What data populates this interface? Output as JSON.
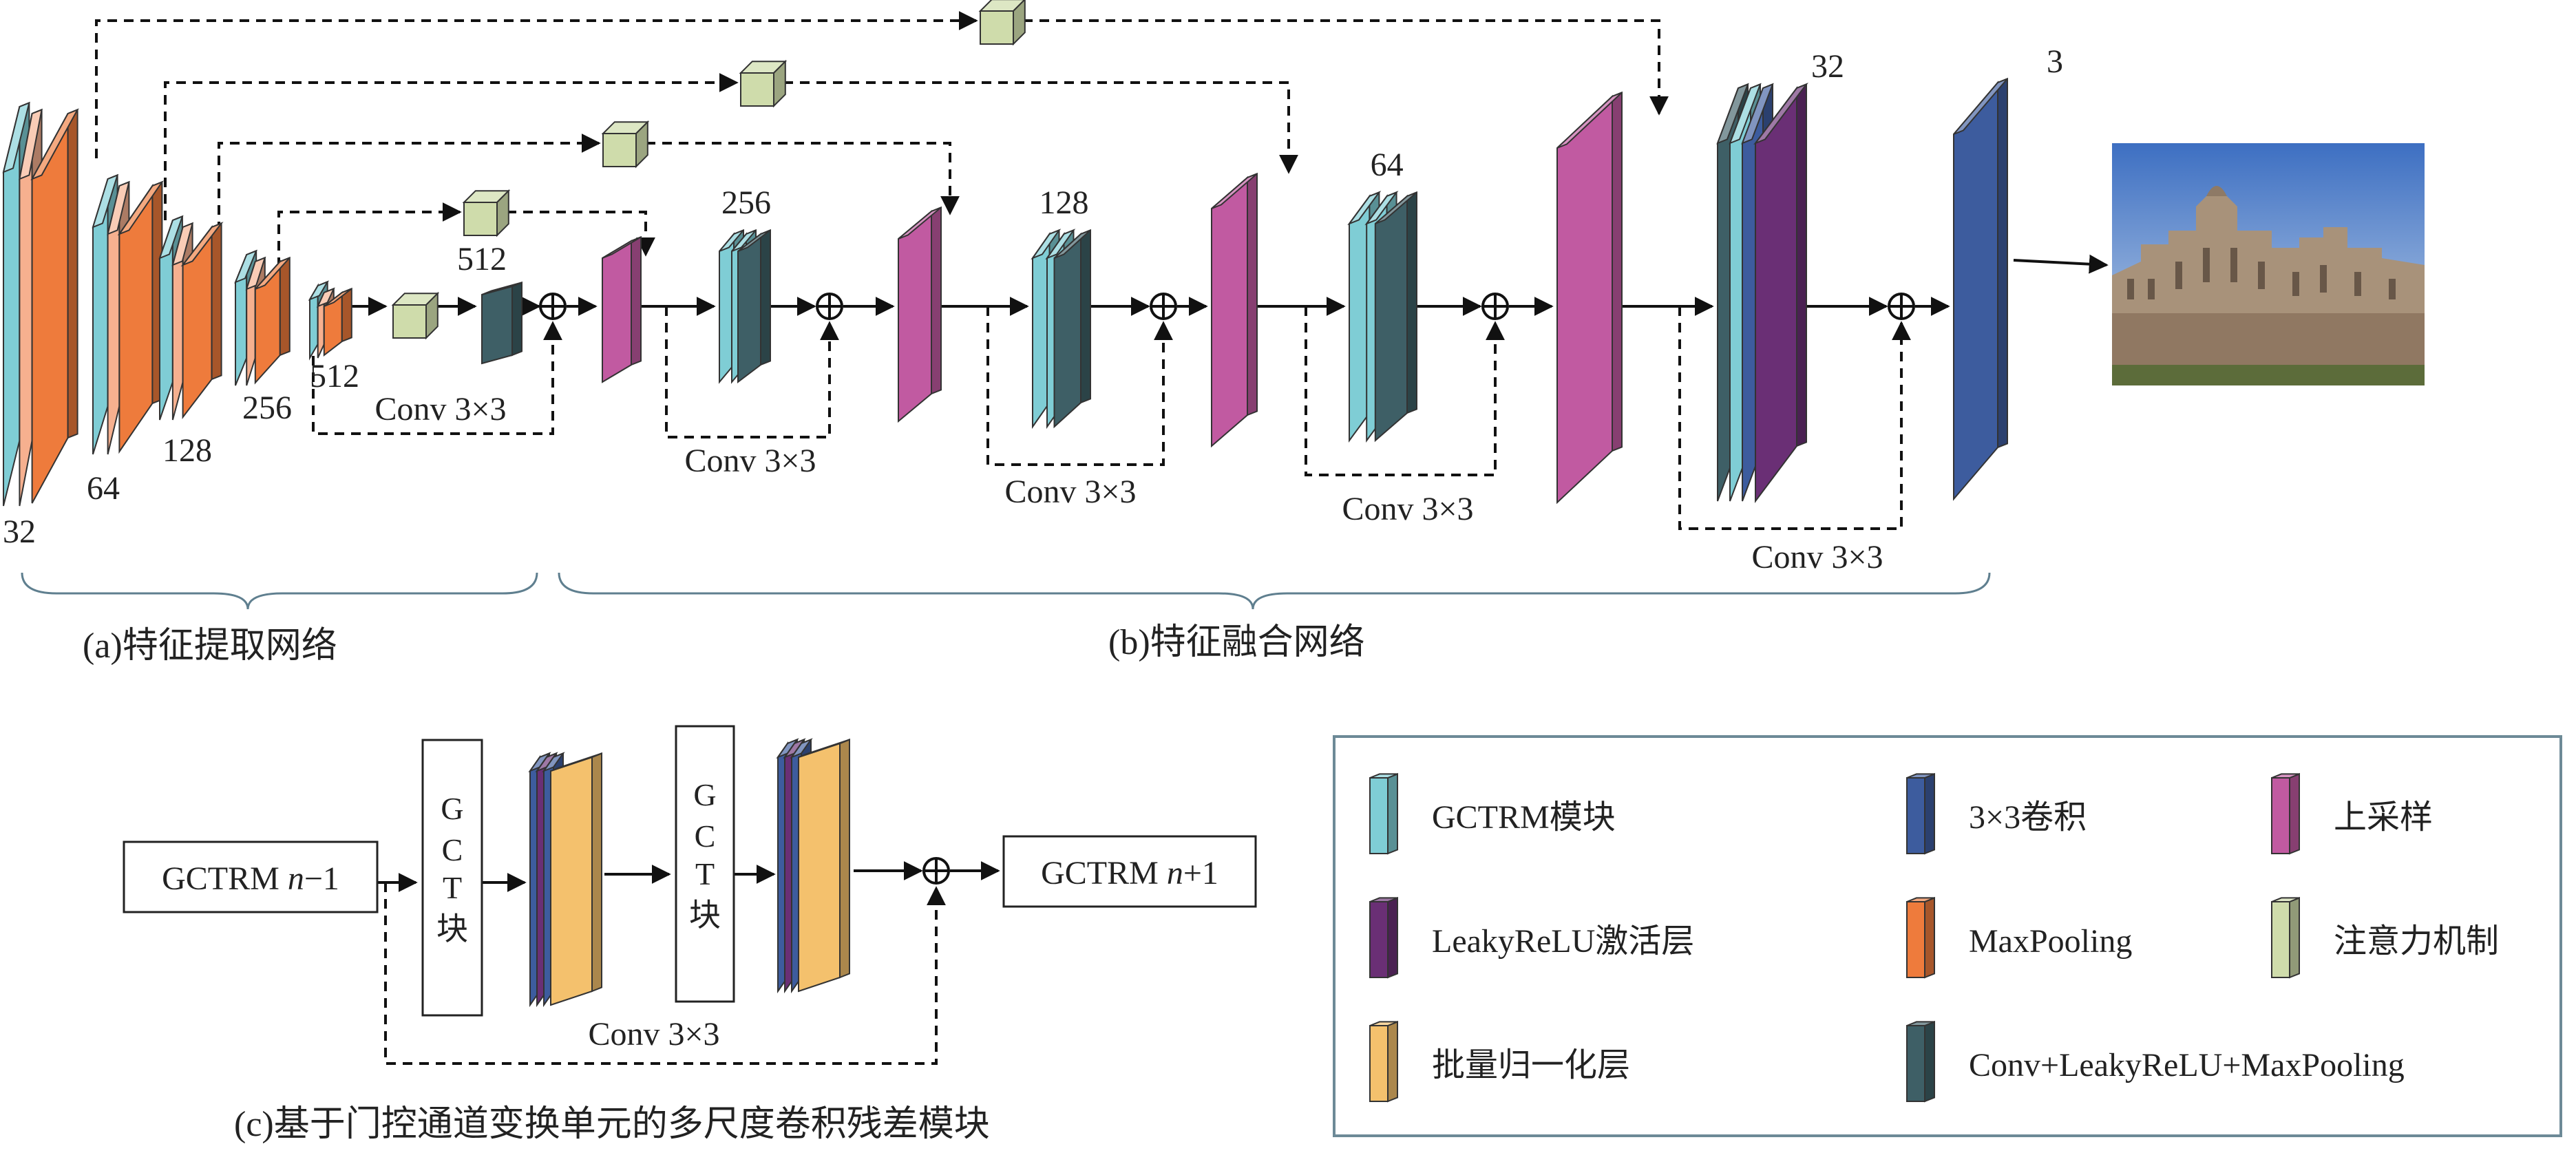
{
  "colors": {
    "gctrm": "#7fcdd5",
    "maxpool": "#ee7b3c",
    "maxpool_dark": "#b95a26",
    "conv_block": "#3e5f66",
    "upsample": "#c15aa1",
    "leaky": "#6a2f75",
    "conv3": "#3d5c9e",
    "attention": "#cfdcab",
    "bn": "#f4c16d",
    "brace": "#5f7f8f",
    "legend_border": "#6d8a97"
  },
  "encoder": {
    "channels": [
      "32",
      "64",
      "128",
      "256",
      "512"
    ],
    "attention_label": "512"
  },
  "decoder": {
    "channels": [
      "256",
      "128",
      "64",
      "32",
      "3"
    ]
  },
  "conv_labels": [
    "Conv 3×3",
    "Conv 3×3",
    "Conv 3×3",
    "Conv 3×3",
    "Conv 3×3",
    "Conv 3×3"
  ],
  "captions": {
    "a": "(a)特征提取网络",
    "b": "(b)特征融合网络",
    "c": "(c)基于门控通道变换单元的多尺度卷积残差模块"
  },
  "module_c": {
    "input_label": "GCTRM",
    "input_suffix": "n",
    "input_op": "−1",
    "output_label": "GCTRM",
    "output_suffix": "n",
    "output_op": "+1",
    "gct_chars": [
      "G",
      "C",
      "T",
      "块"
    ],
    "conv_label": "Conv 3×3"
  },
  "legend": [
    {
      "label": "GCTRM模块",
      "icon": "cuboid-icon",
      "color": "#7fcdd5"
    },
    {
      "label": "3×3卷积",
      "icon": "cuboid-icon",
      "color": "#3d5c9e"
    },
    {
      "label": "上采样",
      "icon": "cuboid-icon",
      "color": "#c15aa1"
    },
    {
      "label": "LeakyReLU激活层",
      "icon": "cuboid-icon",
      "color": "#6a2f75"
    },
    {
      "label": "MaxPooling",
      "icon": "cuboid-icon",
      "color": "#ee7b3c"
    },
    {
      "label": "注意力机制",
      "icon": "cuboid-icon",
      "color": "#cfdcab"
    },
    {
      "label": "批量归一化层",
      "icon": "cuboid-icon",
      "color": "#f4c16d"
    },
    {
      "label": "Conv+LeakyReLU+MaxPooling",
      "icon": "cuboid-icon",
      "color": "#3e5f66"
    }
  ]
}
